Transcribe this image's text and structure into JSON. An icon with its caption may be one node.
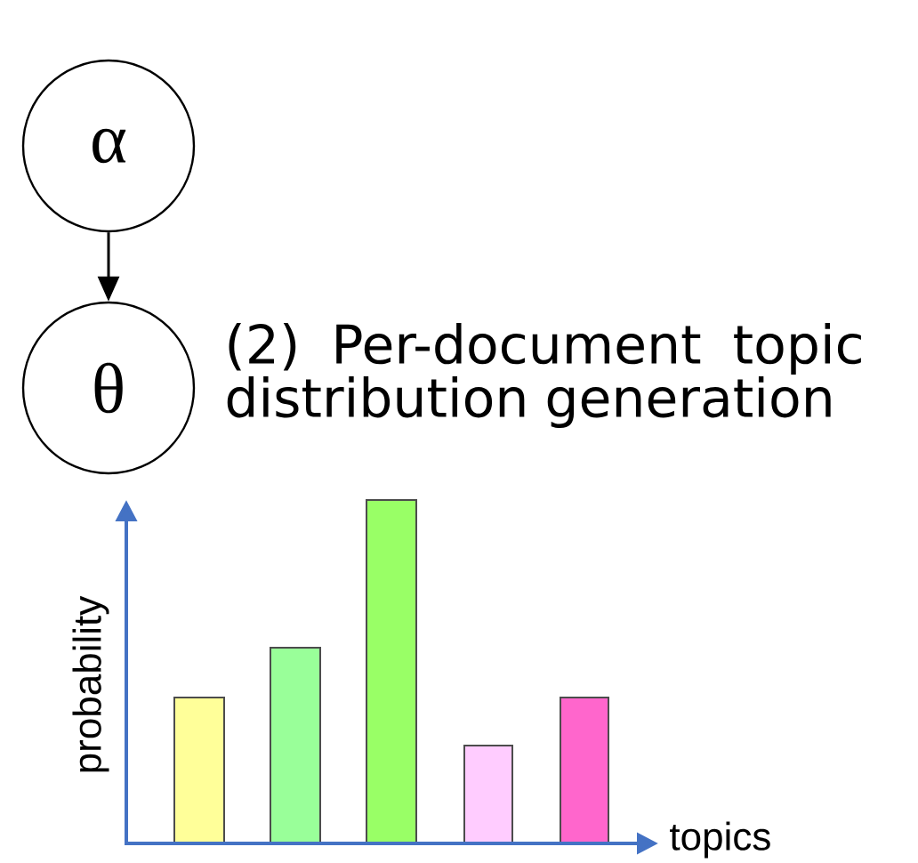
{
  "diagram": {
    "nodes": [
      {
        "text": [
          "α"
        ]
      },
      {
        "text": [
          "θ"
        ],
        "beside": [
          "(2) Per-document topic distribution generation"
        ]
      }
    ],
    "edges": [
      {
        "from": 0,
        "to": 1,
        "arrow": "to"
      }
    ],
    "labels": [
      "probability",
      "topics"
    ]
  }
}
